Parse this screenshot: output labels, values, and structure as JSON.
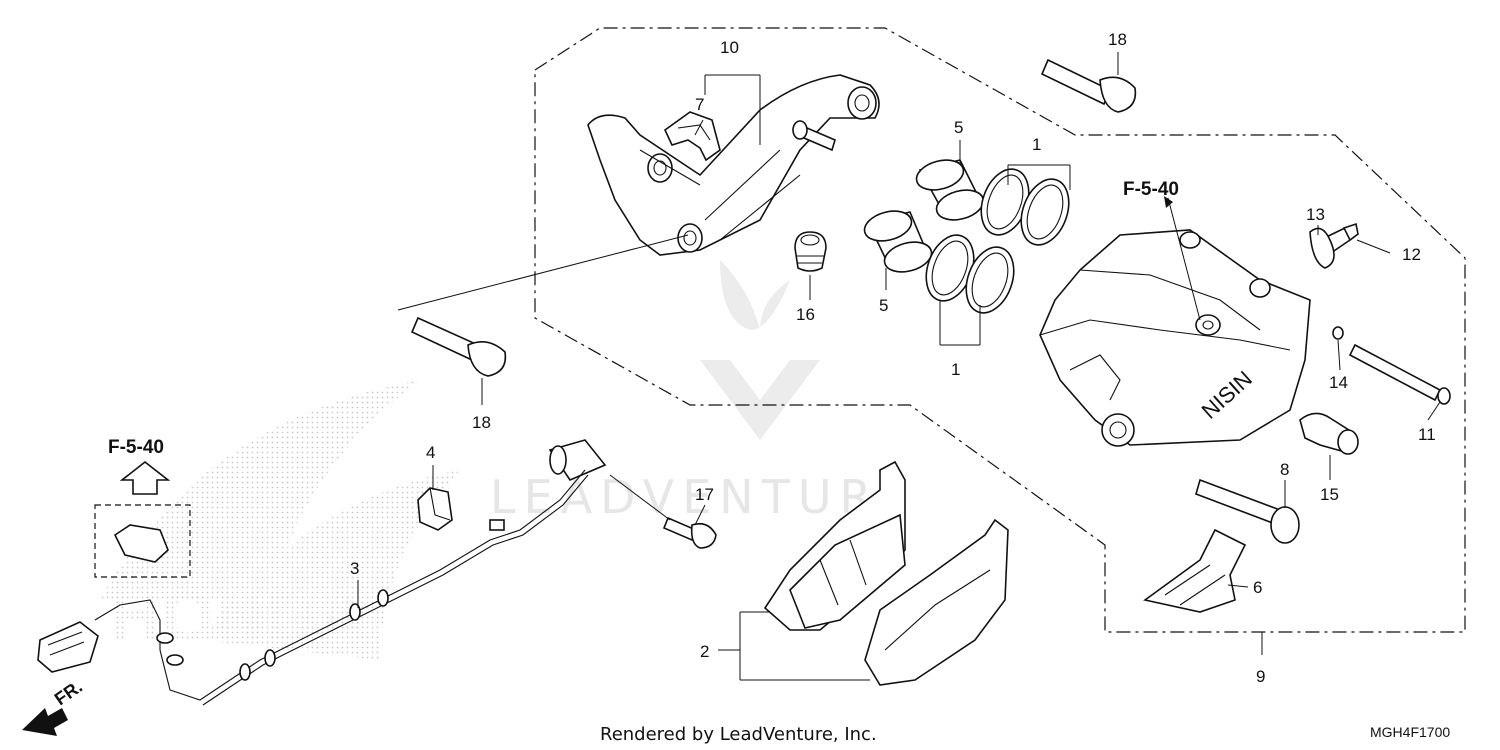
{
  "callouts": {
    "c1a": "1",
    "c1b": "1",
    "c2": "2",
    "c3": "3",
    "c4": "4",
    "c5a": "5",
    "c5b": "5",
    "c6": "6",
    "c7": "7",
    "c8": "8",
    "c9": "9",
    "c10": "10",
    "c11": "11",
    "c12": "12",
    "c13": "13",
    "c14": "14",
    "c15": "15",
    "c16": "16",
    "c17": "17",
    "c18a": "18",
    "c18b": "18"
  },
  "refs": {
    "top": "F-5-40",
    "left": "F-5-40"
  },
  "caliper_brand": "NISIN",
  "direction_label": "FR.",
  "watermark": "LEADVENTURE",
  "footer": {
    "credit": "Rendered by LeadVenture, Inc.",
    "diagram_code": "MGH4F1700"
  }
}
